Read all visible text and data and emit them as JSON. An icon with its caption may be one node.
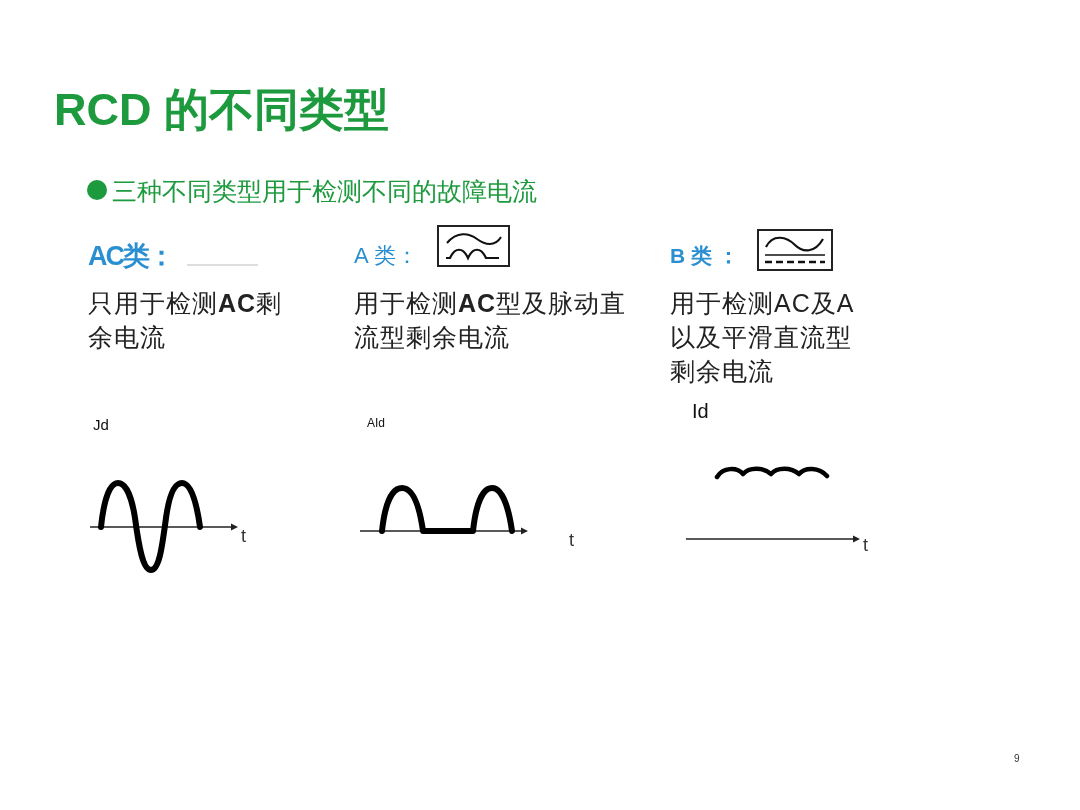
{
  "diagram": {
    "title": "RCD 的不同类型",
    "labels": [
      "三种不同类型用于检测不同的故障电流",
      "AC类：",
      "A 类：",
      "B 类 ：",
      "只用于检测**AC**剩余电流",
      "用于检测**AC**型及脉动直流型剩余电流",
      "用于检测AC及A以及平滑直流型剩余电流",
      "Jd",
      "AId",
      "Id",
      "t",
      "t",
      "t",
      "9"
    ]
  }
}
